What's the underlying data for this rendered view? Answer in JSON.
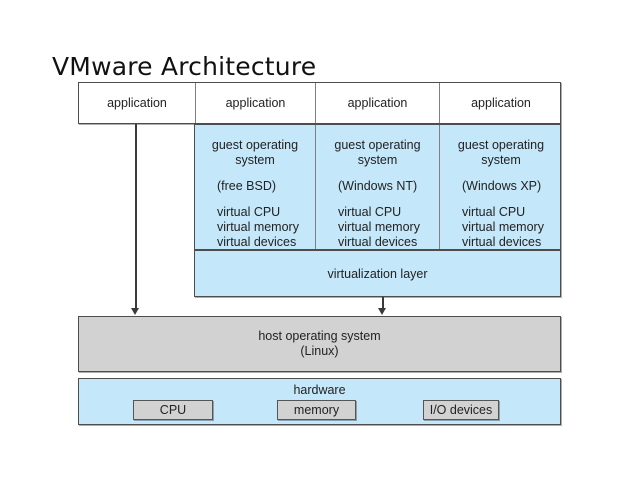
{
  "slide": {
    "title": "VMware Architecture"
  },
  "diagram": {
    "application_row": {
      "cells": [
        {
          "label": "application"
        },
        {
          "label": "application"
        },
        {
          "label": "application"
        },
        {
          "label": "application"
        }
      ]
    },
    "guest_row": {
      "cells": [
        {
          "title": "guest operating\nsystem",
          "title_line1": "guest operating",
          "title_line2": "system",
          "flavor": "(free BSD)",
          "virtual_cpu": "virtual CPU",
          "virtual_memory": "virtual memory",
          "virtual_devices": "virtual devices"
        },
        {
          "title_line1": "guest operating",
          "title_line2": "system",
          "flavor": "(Windows NT)",
          "virtual_cpu": "virtual CPU",
          "virtual_memory": "virtual memory",
          "virtual_devices": "virtual devices"
        },
        {
          "title_line1": "guest operating",
          "title_line2": "system",
          "flavor": "(Windows XP)",
          "virtual_cpu": "virtual CPU",
          "virtual_memory": "virtual memory",
          "virtual_devices": "virtual devices"
        }
      ]
    },
    "virtualization_layer": {
      "label": "virtualization layer"
    },
    "host_os": {
      "line1": "host operating system",
      "line2": "(Linux)"
    },
    "hardware": {
      "label": "hardware",
      "components": [
        {
          "label": "CPU"
        },
        {
          "label": "memory"
        },
        {
          "label": "I/O devices"
        }
      ]
    }
  },
  "colors": {
    "blue_fill": "#c4e7fa",
    "gray_fill": "#d2d2d2",
    "white_fill": "#ffffff",
    "border": "#4d4d4d",
    "text": "#222222",
    "background": "#ffffff"
  }
}
